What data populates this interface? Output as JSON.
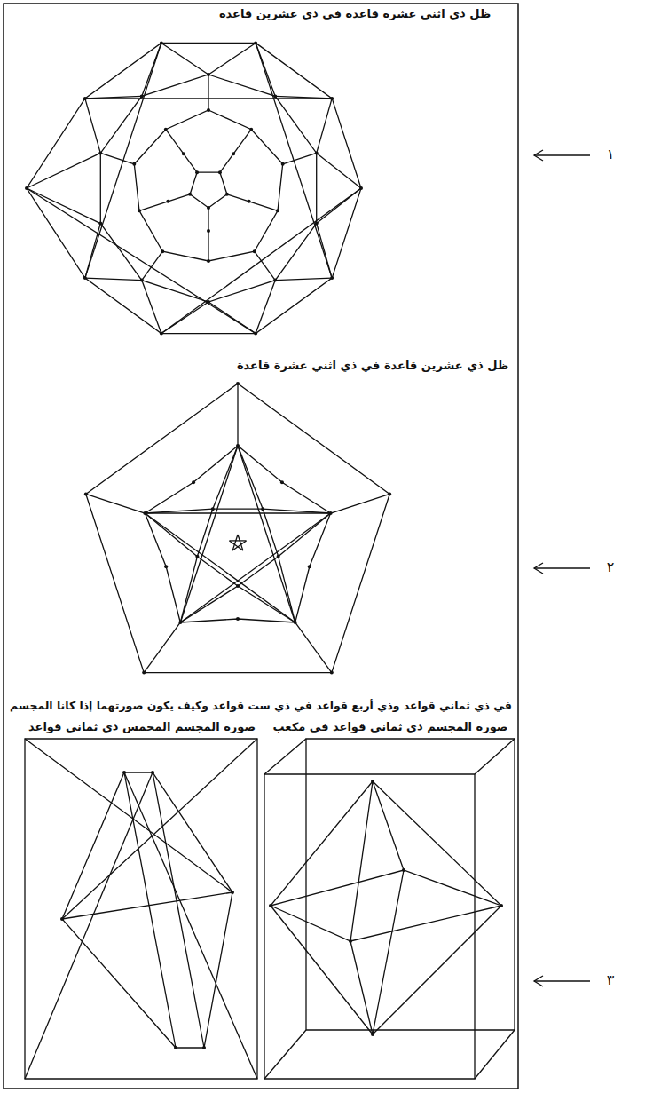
{
  "diagram": {
    "labels": [
      "ظل ذي اثني عشرة قاعدة في ذي عشرين قاعدة",
      "ظل ذي عشرين قاعدة في ذي اثني عشرة قاعدة",
      "في ذي ثماني قواعد وذي أربع قواعد في ذي ست قواعد وكيف يكون صورتهما إذا كانا المجسم",
      "صورة المجسم المخمس ذي ثماني قواعد",
      "صورة المجسم ذي ثماني قواعد في مكعب",
      "١",
      "٢",
      "٣"
    ]
  }
}
